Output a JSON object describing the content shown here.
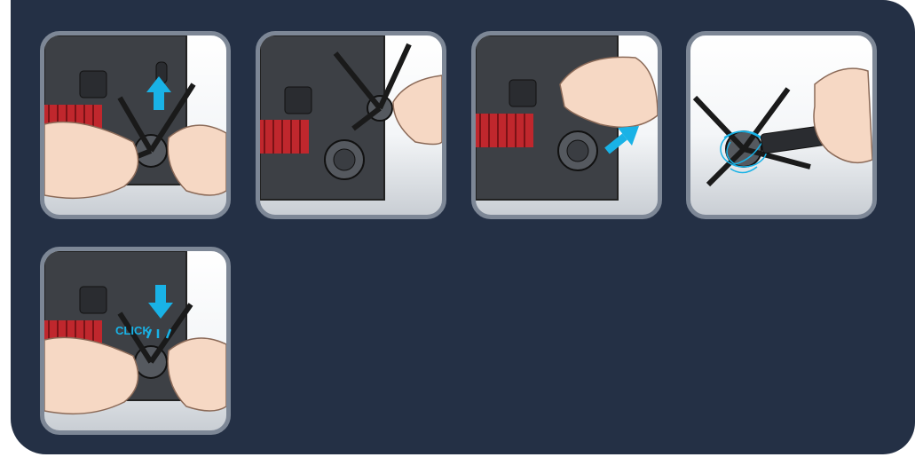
{
  "steps": [
    {
      "id": 1,
      "arrow": "up"
    },
    {
      "id": 2,
      "arrow": "none"
    },
    {
      "id": 3,
      "arrow": "up-right"
    },
    {
      "id": 4,
      "arrow": "none"
    },
    {
      "id": 5,
      "arrow": "down",
      "label": "CLICK"
    }
  ],
  "colors": {
    "panel": "#243045",
    "card_border": "#7d8796",
    "accent": "#19b2e6",
    "robot_body": "#3a3d42",
    "brush_red": "#c0272d",
    "skin": "#f6d8c4"
  }
}
